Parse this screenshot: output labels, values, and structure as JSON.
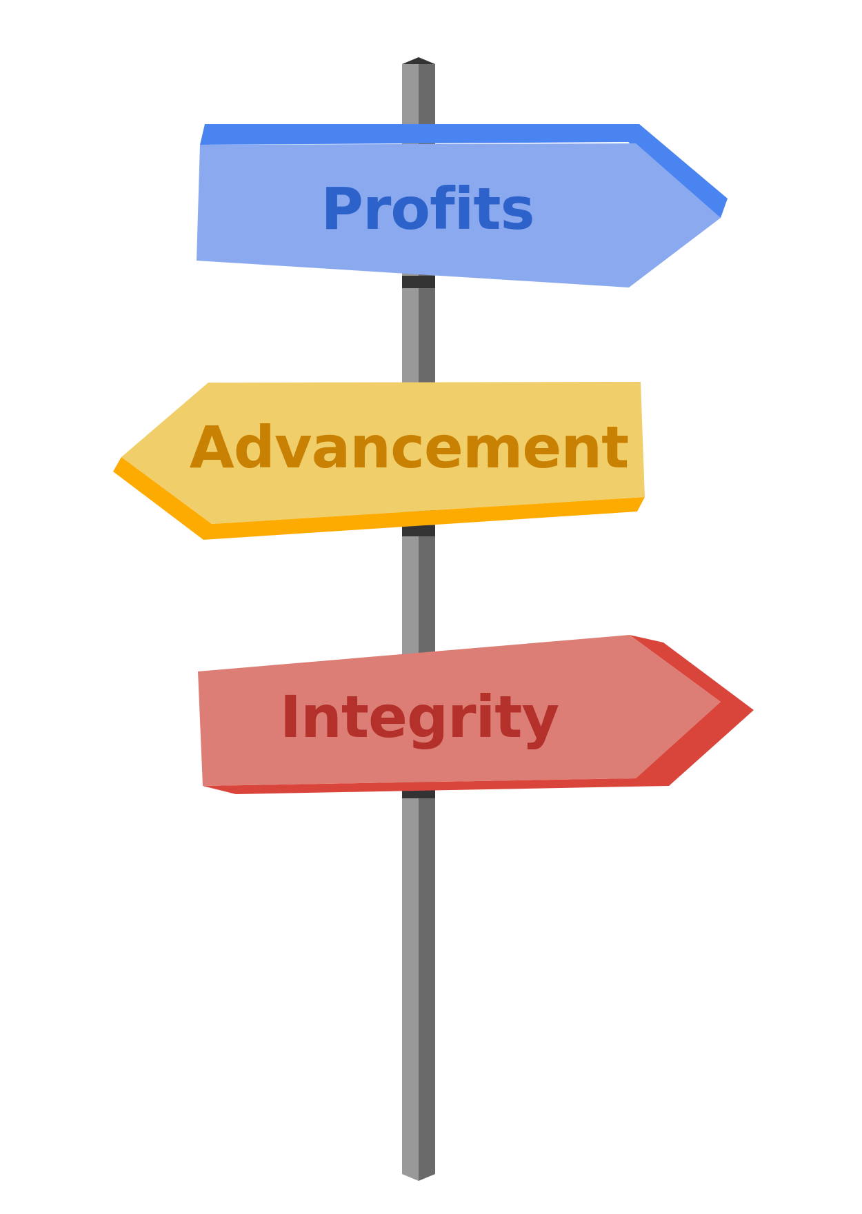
{
  "signpost": {
    "pole": {
      "light_color": "#999999",
      "dark_color": "#6a6a6a",
      "top_color": "#333333",
      "bracket_color": "#333333"
    },
    "signs": [
      {
        "label": "Profits",
        "direction": "right",
        "face_color": "#8aa9ef",
        "edge_color": "#4a84f1",
        "text_color": "#2c62c9"
      },
      {
        "label": "Advancement",
        "direction": "left",
        "face_color": "#f0ce69",
        "edge_color": "#fdab00",
        "text_color": "#c98104"
      },
      {
        "label": "Integrity",
        "direction": "right",
        "face_color": "#dc7e75",
        "edge_color": "#d9453a",
        "text_color": "#b3302b"
      }
    ]
  }
}
